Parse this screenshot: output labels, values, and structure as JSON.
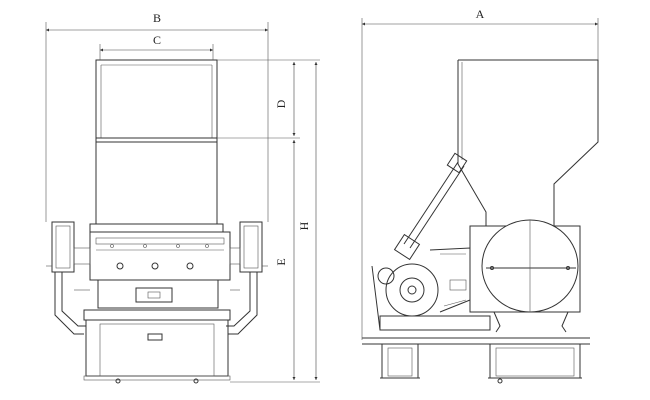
{
  "labels": {
    "A": "A",
    "B": "B",
    "C": "C",
    "D": "D",
    "E": "E",
    "H": "H"
  }
}
